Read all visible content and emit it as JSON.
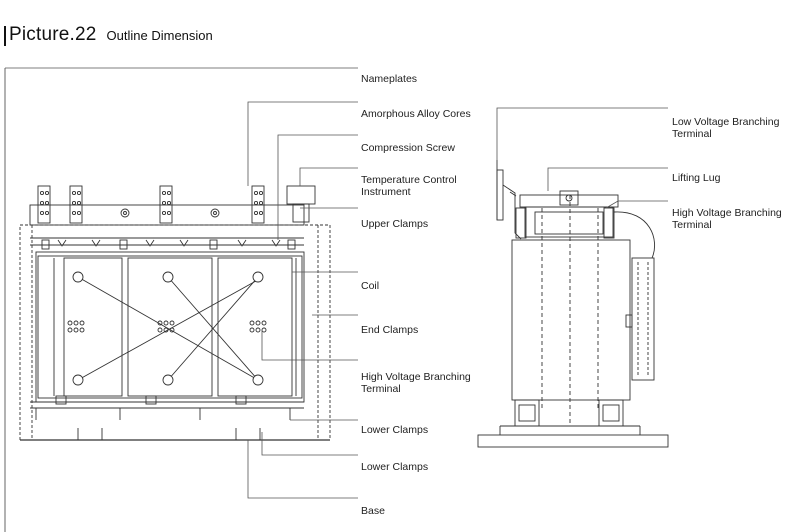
{
  "title": {
    "main": "Picture.22",
    "sub": "Outline Dimension"
  },
  "front_labels": [
    "Nameplates",
    "Amorphous Alloy Cores",
    "Compression Screw",
    "Temperature Control",
    "Instrument",
    "Upper Clamps",
    "Coil",
    "End Clamps",
    "High Voltage Branching",
    "Terminal",
    "Lower Clamps",
    "Lower Clamps",
    "Base"
  ],
  "side_labels": [
    "Low Voltage Branching",
    "Terminal",
    "Lifting Lug",
    "High Voltage Branching",
    "Terminal"
  ]
}
